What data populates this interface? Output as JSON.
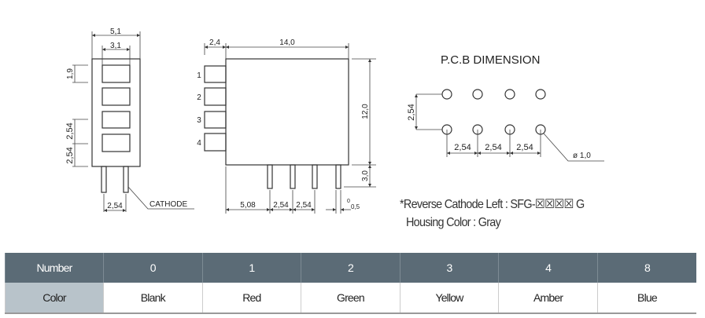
{
  "side_view": {
    "width_outer": "5,1",
    "width_inner": "3,1",
    "seg_height": "1,9",
    "pitch_a": "2,54",
    "pitch_b": "2,54",
    "pin_pitch": "2,54",
    "cathode_label": "CATHODE"
  },
  "front_view": {
    "tab_len": "2,4",
    "length": "14,0",
    "height": "12,0",
    "pin_len": "3,0",
    "offset": "5,08",
    "pitch1": "2,54",
    "pitch2": "2,54",
    "pin_w_0": "0",
    "pin_w": "0,5",
    "pins": [
      "1",
      "2",
      "3",
      "4"
    ]
  },
  "pcb": {
    "title": "P.C.B DIMENSION",
    "row_pitch": "2,54",
    "col_pitch": [
      "2,54",
      "2,54",
      "2,54"
    ],
    "hole": "ø 1,0"
  },
  "notes": {
    "reverse": "*Reverse Cathode Left : SFG-☒☒☒☒ G",
    "housing": "Housing Color : Gray"
  },
  "table": {
    "header": [
      "Number",
      "0",
      "1",
      "2",
      "3",
      "4",
      "8"
    ],
    "row": [
      "Color",
      "Blank",
      "Red",
      "Green",
      "Yellow",
      "Amber",
      "Blue"
    ]
  }
}
